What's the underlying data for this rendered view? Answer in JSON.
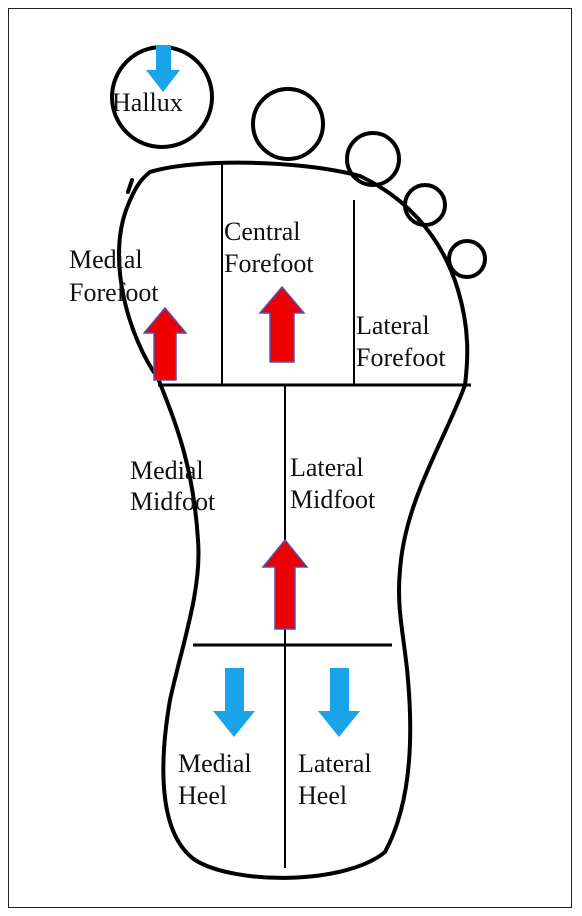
{
  "regions": {
    "hallux": "Hallux",
    "medial_forefoot": [
      "Medial",
      "Forefoot"
    ],
    "central_forefoot": [
      "Central",
      "Forefoot"
    ],
    "lateral_forefoot": [
      "Lateral",
      "Forefoot"
    ],
    "medial_midfoot": [
      "Medial",
      "Midfoot"
    ],
    "lateral_midfoot": [
      "Lateral",
      "Midfoot"
    ],
    "medial_heel": [
      "Medial",
      "Heel"
    ],
    "lateral_heel": [
      "Lateral",
      "Heel"
    ]
  },
  "arrows": [
    {
      "region": "hallux",
      "direction": "down",
      "color": "#1aa3e8"
    },
    {
      "region": "medial_forefoot",
      "direction": "up",
      "color": "#ee0000"
    },
    {
      "region": "central_forefoot",
      "direction": "up",
      "color": "#ee0000"
    },
    {
      "region": "lateral_midfoot",
      "direction": "up",
      "color": "#ee0000"
    },
    {
      "region": "medial_heel",
      "direction": "down",
      "color": "#1aa3e8"
    },
    {
      "region": "lateral_heel",
      "direction": "down",
      "color": "#1aa3e8"
    }
  ],
  "colors": {
    "outline": "#000000",
    "up_arrow_fill": "#ee0000",
    "up_arrow_stroke": "#5b4bb7",
    "down_arrow": "#1aa3e8"
  }
}
